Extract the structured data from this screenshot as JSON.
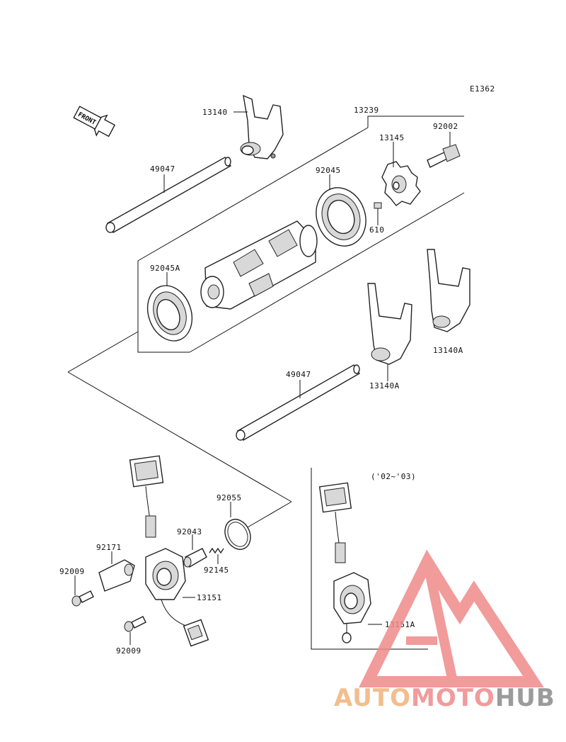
{
  "diagram_code": "E1362",
  "front_label": "FRONT",
  "variant_note": "('02~'03)",
  "parts": {
    "p13140": "13140",
    "p13239": "13239",
    "p92002": "92002",
    "p13145": "13145",
    "p49047_top": "49047",
    "p92045": "92045",
    "p610": "610",
    "p92045A": "92045A",
    "p13140A_right": "13140A",
    "p13140A_mid": "13140A",
    "p49047_bottom": "49047",
    "p92055": "92055",
    "p92043": "92043",
    "p92171": "92171",
    "p92009_top": "92009",
    "p92145": "92145",
    "p13151": "13151",
    "p92009_bottom": "92009",
    "p13151A": "13151A"
  },
  "watermark": {
    "part1": "AUTO",
    "part2": "MOTO",
    "part3": "HUB",
    "color1": "#f2b27a",
    "color2": "#ef8a8a",
    "color3": "#8a8a8a"
  }
}
